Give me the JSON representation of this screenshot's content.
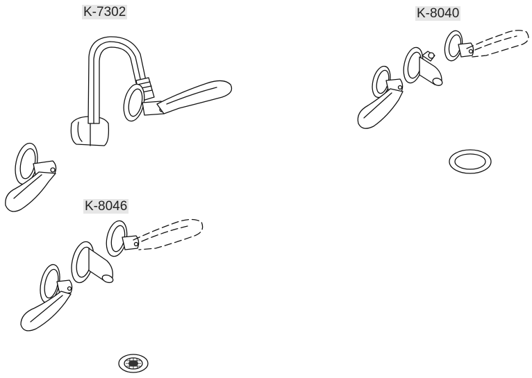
{
  "models": [
    {
      "id": "k-7302",
      "label": "K-7302"
    },
    {
      "id": "k-8040",
      "label": "K-8040"
    },
    {
      "id": "k-8046",
      "label": "K-8046"
    }
  ],
  "colors": {
    "line": "#111111",
    "label_bg": "#e6e6e6",
    "background": "#ffffff"
  }
}
